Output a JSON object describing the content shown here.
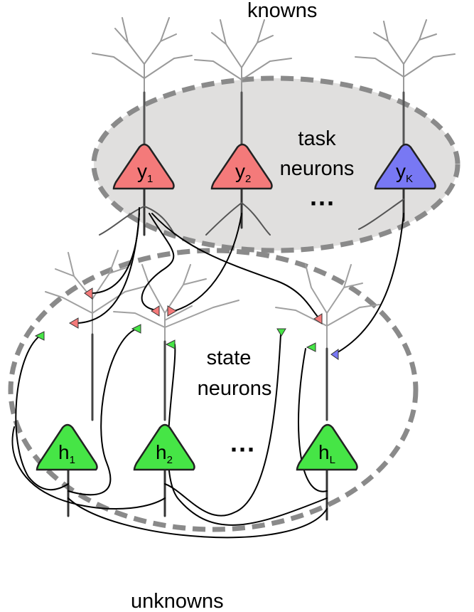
{
  "labels": {
    "top": "knowns",
    "bottom": "unknowns",
    "task_line1": "task",
    "task_line2": "neurons",
    "state_line1": "state",
    "state_line2": "neurons",
    "ellipsis": "···"
  },
  "task_neurons": [
    {
      "main": "y",
      "sub": "1",
      "color": "#f47a7a"
    },
    {
      "main": "y",
      "sub": "2",
      "color": "#f47a7a"
    },
    {
      "main": "y",
      "sub": "K",
      "color": "#7878f4"
    }
  ],
  "state_neurons": [
    {
      "main": "h",
      "sub": "1",
      "color": "#46e546"
    },
    {
      "main": "h",
      "sub": "2",
      "color": "#46e546"
    },
    {
      "main": "h",
      "sub": "L",
      "color": "#46e546"
    }
  ],
  "colors": {
    "task_group_fill": "#e0dfde",
    "group_border": "#8a8a8a",
    "synapse_task": "#f47a7a",
    "synapse_state": "#46e546",
    "synapse_yk": "#7878f4"
  }
}
